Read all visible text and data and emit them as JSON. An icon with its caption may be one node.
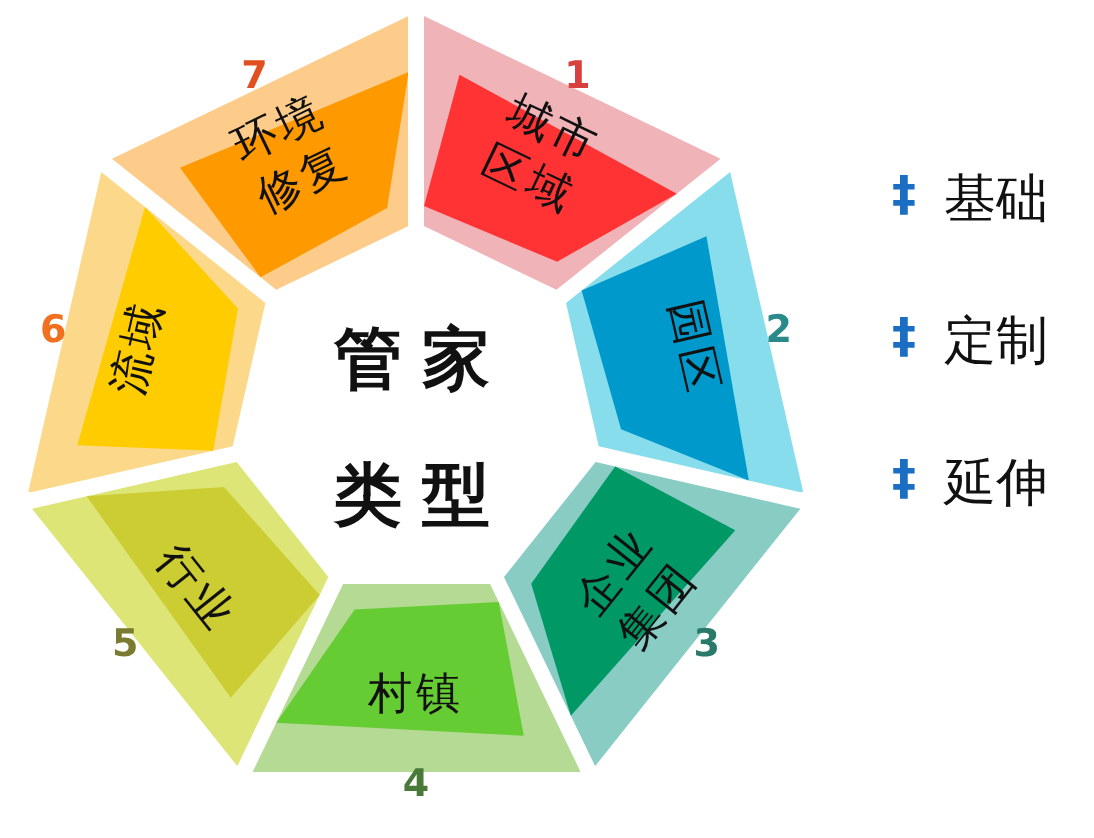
{
  "diagram": {
    "nodes": [
      {
        "text": [
          "城市区域"
        ],
        "beside": [
          "1"
        ]
      },
      {
        "text": [
          "园区"
        ],
        "beside": [
          "2"
        ]
      },
      {
        "text": [
          "企业集团"
        ],
        "beside": [
          "3"
        ]
      },
      {
        "text": [
          "村镇"
        ],
        "beside": [
          "4"
        ]
      },
      {
        "text": [
          "行业"
        ],
        "beside": [
          "5"
        ]
      },
      {
        "text": [
          "流域"
        ],
        "beside": [
          "6"
        ]
      },
      {
        "text": [
          "环境修复"
        ],
        "beside": [
          "7"
        ]
      }
    ],
    "edges": [],
    "labels": [
      "管家类型",
      "‡",
      "基础",
      "‡",
      "定制",
      "‡",
      "延伸"
    ]
  }
}
